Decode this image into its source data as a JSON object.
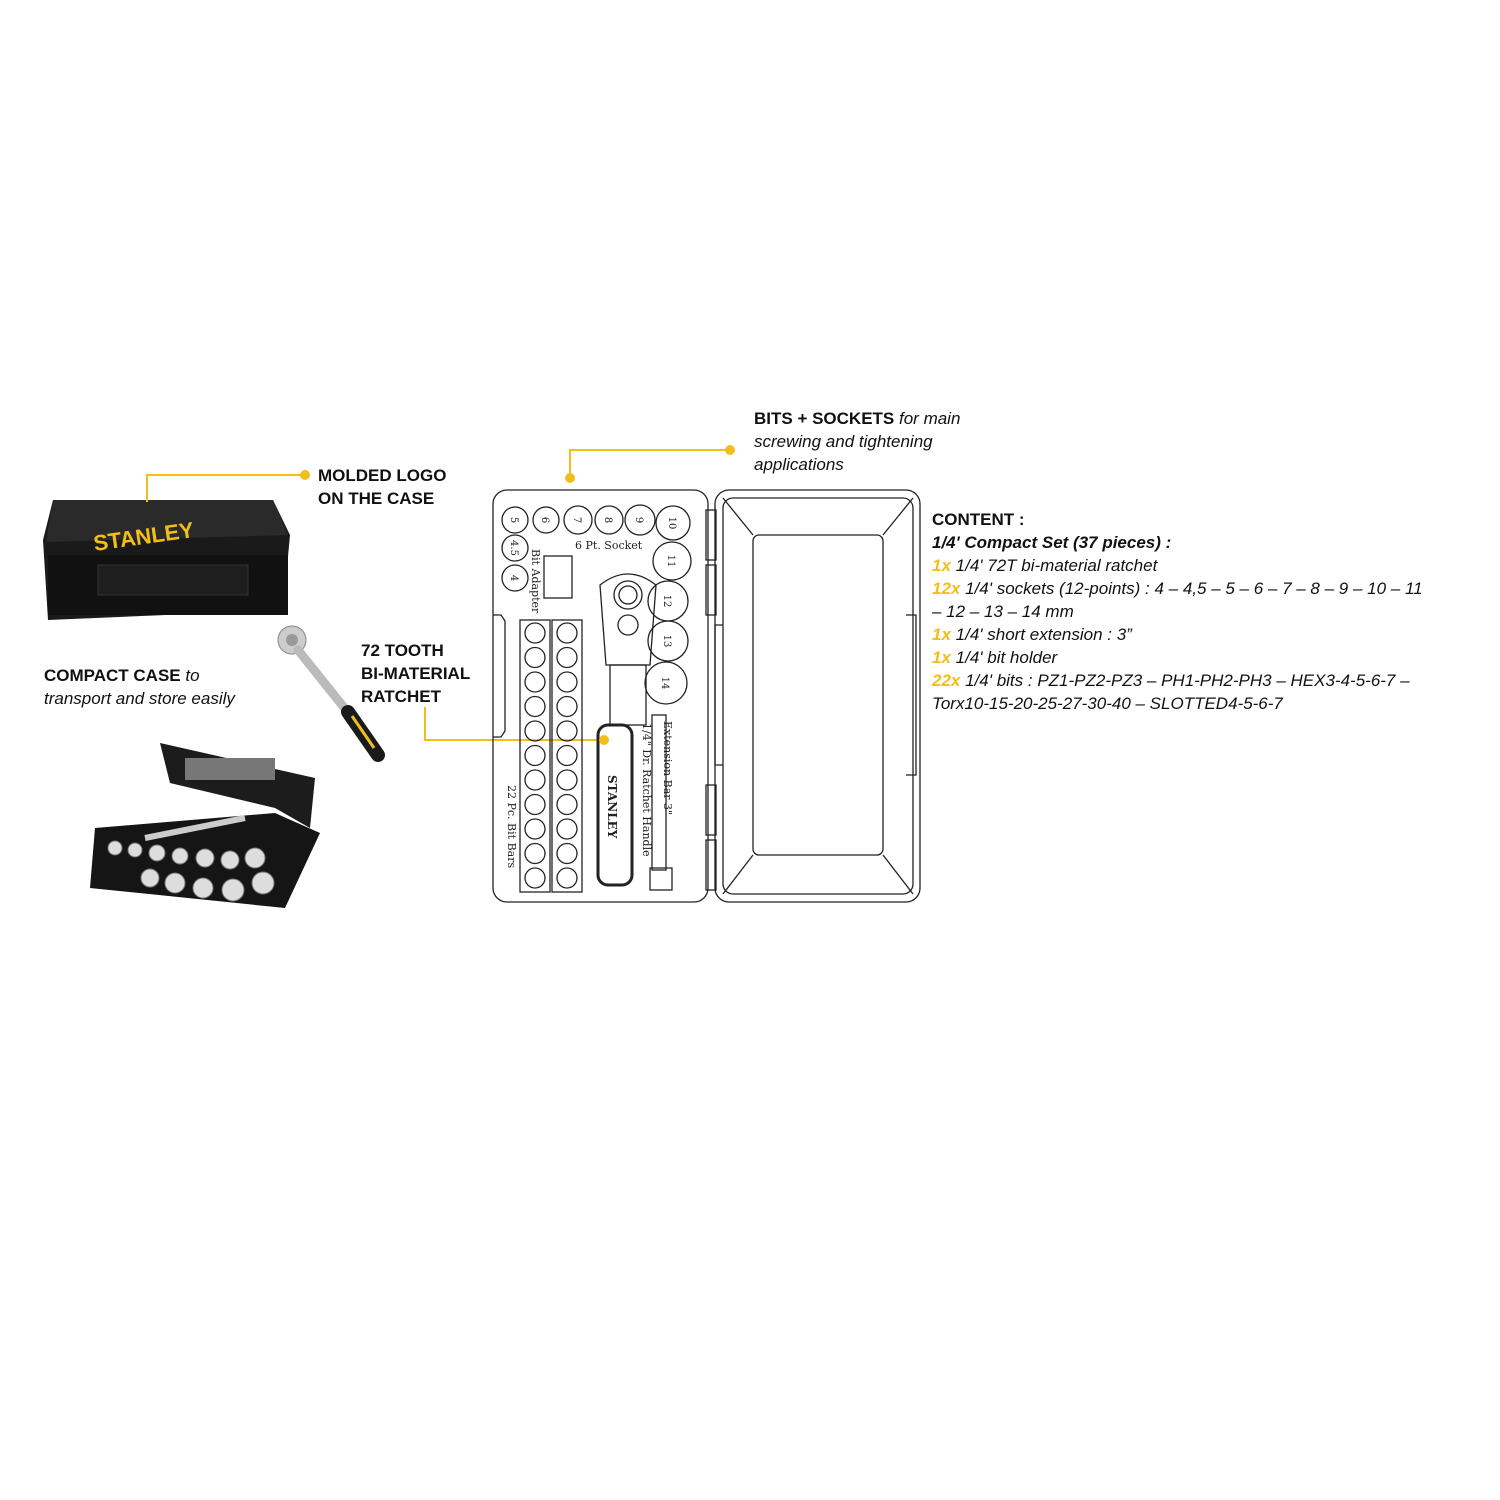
{
  "callouts": {
    "logo": {
      "line1": "MOLDED LOGO",
      "line2": "ON THE CASE"
    },
    "compact_case": {
      "bold": "COMPACT CASE",
      "rest1": " to",
      "rest2": "transport and store easily"
    },
    "ratchet": {
      "line1": "72 TOOTH",
      "line2": "BI-MATERIAL",
      "line3": "RATCHET"
    },
    "bits_sockets": {
      "bold": "BITS + SOCKETS",
      "rest1": " for main",
      "rest2": "screwing and tightening",
      "rest3": "applications"
    }
  },
  "case_logo": "STANLEY",
  "diagram": {
    "sockets_top": [
      "5",
      "6",
      "7",
      "8",
      "9",
      "10"
    ],
    "sockets_right": [
      "11",
      "12",
      "13",
      "14"
    ],
    "sockets_left": [
      "4.5",
      "4"
    ],
    "socket_label": "6 Pt. Socket",
    "bit_adapter_label": "Bit Adapter",
    "bit_bars_label": "22 Pc. Bit Bars",
    "ratchet_label": "1/4\" Dr. Ratchet Handle",
    "extension_label": "Extension Bar 3\"",
    "handle_logo": "STANLEY"
  },
  "content": {
    "heading": "CONTENT :",
    "subheading": "1/4' Compact Set (37 pieces) :",
    "items": [
      {
        "qty": "1x",
        "text": " 1/4' 72T bi-material ratchet"
      },
      {
        "qty": "12x",
        "text": " 1/4' sockets (12-points) : 4 – 4,5 – 5 – 6 – 7 – 8 – 9 – 10 – 11",
        "text2": "– 12 – 13 – 14 mm"
      },
      {
        "qty": "1x",
        "text": " 1/4' short extension : 3”"
      },
      {
        "qty": "1x",
        "text": " 1/4' bit holder"
      },
      {
        "qty": "22x",
        "text": " 1/4' bits : PZ1-PZ2-PZ3 – PH1-PH2-PH3 – HEX3-4-5-6-7 –",
        "text2": "Torx10-15-20-25-27-30-40 – SLOTTED4-5-6-7"
      }
    ]
  },
  "colors": {
    "accent": "#f2be1a",
    "case": "#151515"
  }
}
